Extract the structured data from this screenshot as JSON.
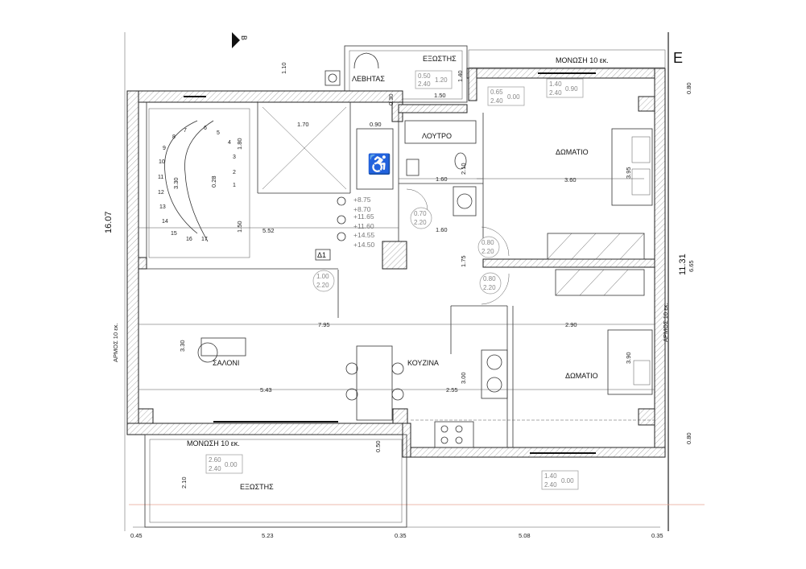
{
  "markers": {
    "section": "B",
    "axis": "E"
  },
  "rooms": {
    "balcony_top": "ΕΞΩΣΤΗΣ",
    "boiler": "ΛΕΒΗΤΑΣ",
    "insulation_top": "ΜΟΝΩΣΗ 10 εκ.",
    "bathroom": "ΛΟΥΤΡΟ",
    "bedroom_1": "ΔΩΜΑΤΙΟ",
    "bedroom_2": "ΔΩΜΑΤΙΟ",
    "living": "ΣΑΛΟΝΙ",
    "kitchen": "ΚΟΥΖΙΝΑ",
    "insulation_bottom": "ΜΟΝΩΣΗ 10 εκ.",
    "balcony_bottom": "ΕΞΩΣΤΗΣ",
    "joint_left": "ΑΡΜΟΣ 10 εκ.",
    "joint_right": "ΑΡΜΟΣ 10 εκ."
  },
  "dimensions": {
    "d110": "1.10",
    "d140": "1.40",
    "d150a": "1.50",
    "d030": "0.30",
    "d080a": "0.80",
    "d170": "1.70",
    "d090": "0.90",
    "d180": "1.80",
    "d210a": "2.10",
    "d160a": "1.60",
    "d360": "3.60",
    "d395": "3.95",
    "d1607": "16.07",
    "d028": "0.28",
    "d330a": "3.30",
    "d150b": "1.50",
    "d552": "5.52",
    "d160b": "1.60",
    "d175": "1.75",
    "d1131": "11.31",
    "d665": "6.65",
    "d795": "7.95",
    "d290": "2.90",
    "d330b": "3.30",
    "d390": "3.90",
    "d300": "3.00",
    "d543": "5.43",
    "d255": "2.55",
    "d080b": "0.80",
    "d050": "0.50",
    "d210b": "2.10",
    "d045": "0.45",
    "d523": "5.23",
    "d035a": "0.35",
    "d508": "5.08",
    "d035b": "0.35"
  },
  "openings": [
    {
      "w": "0.50",
      "h": "2.40",
      "sill": "1.20"
    },
    {
      "w": "0.65",
      "h": "2.40",
      "sill": "0.00"
    },
    {
      "w": "1.40",
      "h": "2.40",
      "sill": "0.90"
    },
    {
      "w": "0.70",
      "h": "2.20"
    },
    {
      "w": "0.80",
      "h": "2.20"
    },
    {
      "w": "0.80",
      "h": "2.20"
    },
    {
      "w": "1.00",
      "h": "2.20"
    },
    {
      "w": "2.60",
      "h": "2.40",
      "sill": "0.00"
    },
    {
      "w": "1.40",
      "h": "2.40",
      "sill": "0.00"
    }
  ],
  "levels": [
    "+8.75",
    "+8.70",
    "+11.65",
    "+11.60",
    "+14.55",
    "+14.50"
  ],
  "level_mark": "Δ1",
  "stairs": [
    "1",
    "2",
    "3",
    "4",
    "5",
    "6",
    "7",
    "8",
    "9",
    "10",
    "11",
    "12",
    "13",
    "14",
    "15",
    "16",
    "17"
  ],
  "colors": {
    "wall_hatch": "#555555",
    "ref_line": "#e8a090"
  }
}
